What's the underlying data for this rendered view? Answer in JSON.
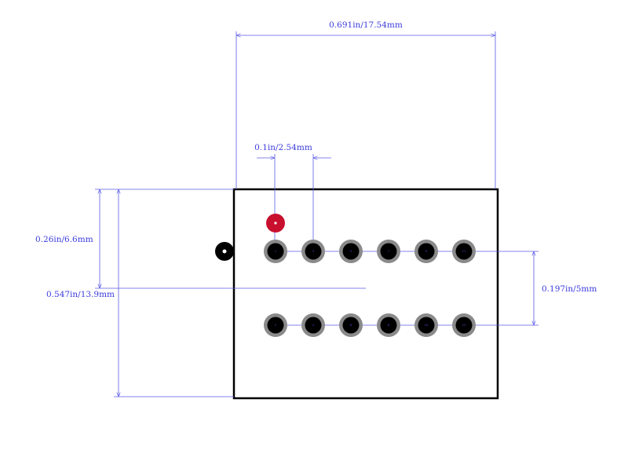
{
  "diagram": {
    "dimensions": {
      "overall_width": "0.691in/17.54mm",
      "pitch": "0.1in/2.54mm",
      "upper_offset": "0.26in/6.6mm",
      "overall_height": "0.547in/13.9mm",
      "row_spacing": "0.197in/5mm"
    },
    "top_row_pins": [
      "1",
      "3",
      "5",
      "7",
      "9",
      "11"
    ],
    "bottom_row_pins": [
      "2",
      "4",
      "6",
      "8",
      "10",
      "12"
    ],
    "colors": {
      "dimension_line": "#5a5ae6",
      "outline": "#000000",
      "pad_ring": "#8a8a8a",
      "pad_hole": "#000000",
      "pin1_marker": "#c8102e",
      "orientation_dot": "#000000"
    }
  }
}
